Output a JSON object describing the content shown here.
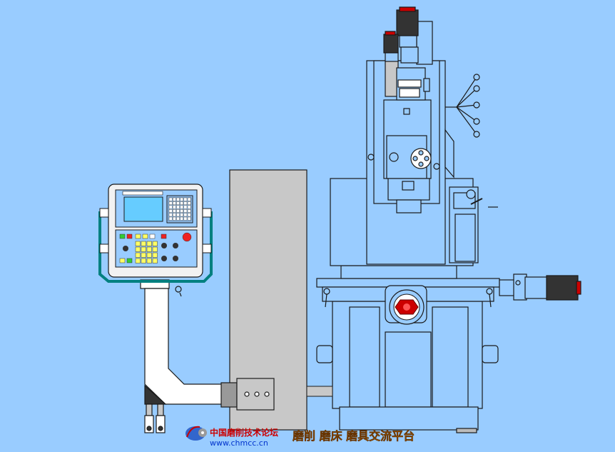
{
  "watermark": {
    "forum_cn": "中国磨削技术论坛",
    "url": "www.chmcc.cn",
    "slogan_cn": "磨削 磨床 磨具交流平台",
    "colors": {
      "forum": "#cc0000",
      "url": "#0033cc",
      "slogan": "#ff9900"
    }
  },
  "machine": {
    "body_fill": "#99ccff",
    "outline": "#1a1a1a",
    "column_fill": "#c8c8c8",
    "motor_fill": "#333333",
    "motor_accent": "#cc0000",
    "panel_teal": "#008080",
    "key_yellow": "#ffff66",
    "key_green": "#33cc33",
    "key_red": "#ee2222"
  }
}
